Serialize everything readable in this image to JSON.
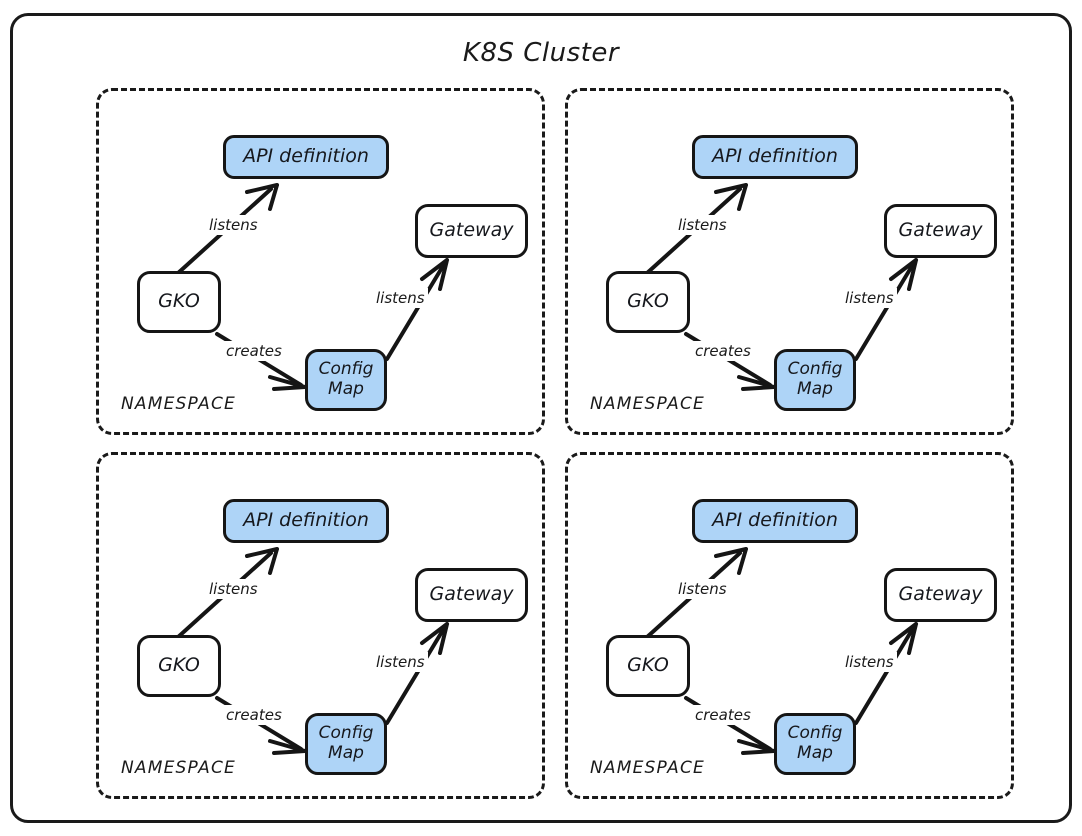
{
  "diagram": {
    "title": "K8S Cluster",
    "type": "architecture-diagram",
    "background_color": "#ffffff",
    "border_color": "#1a1a1a",
    "accent_color": "#aed4f7",
    "namespaces": [
      {
        "id": "ns-tl",
        "label": "NAMESPACE",
        "nodes": {
          "api": "API definition",
          "gateway": "Gateway",
          "gko": "GKO",
          "configmap_line1": "Config",
          "configmap_line2": "Map"
        },
        "edges": {
          "gko_to_api": "listens",
          "gko_to_configmap": "creates",
          "configmap_to_gateway": "listens"
        }
      },
      {
        "id": "ns-tr",
        "label": "NAMESPACE",
        "nodes": {
          "api": "API definition",
          "gateway": "Gateway",
          "gko": "GKO",
          "configmap_line1": "Config",
          "configmap_line2": "Map"
        },
        "edges": {
          "gko_to_api": "listens",
          "gko_to_configmap": "creates",
          "configmap_to_gateway": "listens"
        }
      },
      {
        "id": "ns-bl",
        "label": "NAMESPACE",
        "nodes": {
          "api": "API definition",
          "gateway": "Gateway",
          "gko": "GKO",
          "configmap_line1": "Config",
          "configmap_line2": "Map"
        },
        "edges": {
          "gko_to_api": "listens",
          "gko_to_configmap": "creates",
          "configmap_to_gateway": "listens"
        }
      },
      {
        "id": "ns-br",
        "label": "NAMESPACE",
        "nodes": {
          "api": "API definition",
          "gateway": "Gateway",
          "gko": "GKO",
          "configmap_line1": "Config",
          "configmap_line2": "Map"
        },
        "edges": {
          "gko_to_api": "listens",
          "gko_to_configmap": "creates",
          "configmap_to_gateway": "listens"
        }
      }
    ]
  }
}
